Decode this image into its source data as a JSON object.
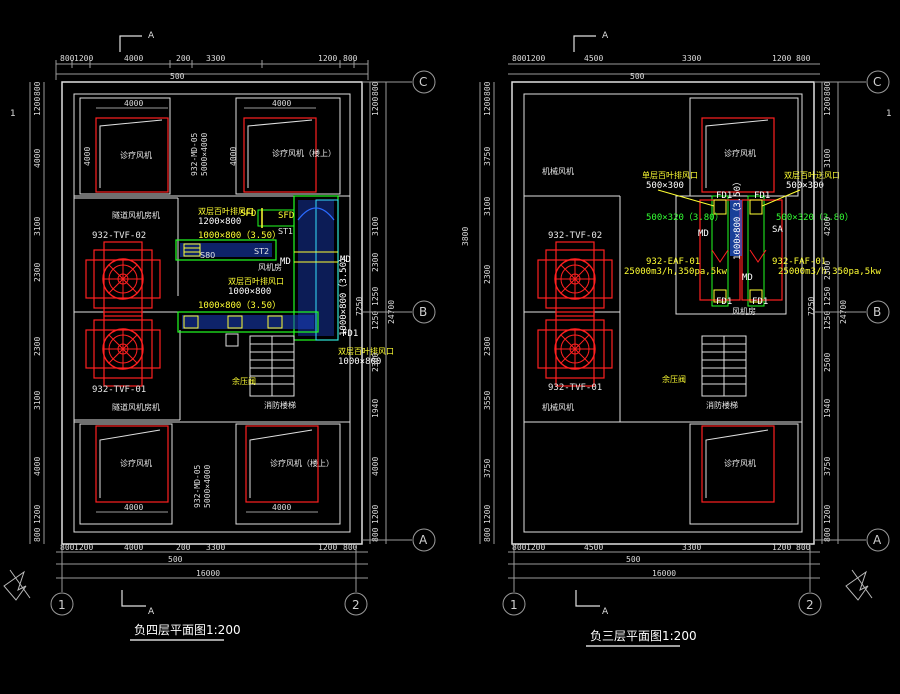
{
  "drawing": {
    "plans": [
      {
        "title": "负四层平面图1:200",
        "axes": {
          "top_section": "A",
          "bottom_section": "A",
          "rows": [
            "C",
            "B",
            "A"
          ],
          "cols": [
            "1",
            "2"
          ],
          "side_mark": "1"
        },
        "dims_top": [
          "800",
          "1200",
          "4000",
          "200",
          "3300",
          "1200",
          "800",
          "500"
        ],
        "dims_bottom": [
          "800",
          "1200",
          "4000",
          "200",
          "3300",
          "1200",
          "800",
          "500",
          "16000"
        ],
        "dims_right": [
          "800",
          "1200",
          "3100",
          "2300",
          "2300",
          "1250",
          "1250",
          "1940",
          "4000",
          "1200",
          "800",
          "24700",
          "7250"
        ],
        "dims_left": [
          "1200",
          "800",
          "4000",
          "3100",
          "2300",
          "2300",
          "3100",
          "4000",
          "1200",
          "800"
        ],
        "rooms": {
          "shaft_nw": "诊疗风机",
          "shaft_ne": "诊疗风机（楼上）",
          "shaft_sw": "诊疗风机",
          "shaft_se": "诊疗风机（楼上）",
          "fan_room_top": "隧道风机房机",
          "fan_room_bottom": "隧道风机房机",
          "center_room": "风机房",
          "stair_label": "消防楼梯",
          "exit_label": "余压阀",
          "st1": "ST1",
          "st2": "ST2",
          "s80": "S80"
        },
        "equipment": {
          "md_top_1": "932-MD-05",
          "md_top_2": "5000×4000",
          "md_bot_1": "932-MD-05",
          "md_bot_2": "5000×4000",
          "shaft_w": "4000",
          "shaft_h": "4000",
          "tvf_top": "932-TVF-02",
          "tvf_bottom": "932-TVF-01",
          "louver_top": "双层百叶排风口",
          "louver_top_size": "1200×800",
          "sfd": "SFD",
          "sfd2": "SFD",
          "duct_top": "1000×800（3.50）",
          "louver_mid": "双层百叶排风口",
          "louver_mid_size": "1000×800",
          "duct_mid": "1000×800（3.50）",
          "duct_vert": "1000×800（3.50）",
          "md_left": "MD",
          "md_right": "MD",
          "fd1": "FD1",
          "louver_bot": "双层百叶排风口",
          "louver_bot_size": "1000×800"
        }
      },
      {
        "title": "负三层平面图1:200",
        "axes": {
          "top_section": "A",
          "bottom_section": "A",
          "rows": [
            "C",
            "B",
            "A"
          ],
          "cols": [
            "1",
            "2"
          ],
          "side_mark": "1"
        },
        "dims_top": [
          "800",
          "1200",
          "4500",
          "3300",
          "1200",
          "800",
          "500"
        ],
        "dims_bottom": [
          "800",
          "1200",
          "4500",
          "3300",
          "1200",
          "800",
          "500",
          "16000"
        ],
        "dims_right": [
          "800",
          "1200",
          "3100",
          "4200",
          "2300",
          "1250",
          "1250",
          "2500",
          "1940",
          "3750",
          "1200",
          "800",
          "24700",
          "7250"
        ],
        "dims_left": [
          "1200",
          "800",
          "3750",
          "3100",
          "3800",
          "2300",
          "2300",
          "3550",
          "3750",
          "1200",
          "800"
        ],
        "rooms": {
          "shaft_ne": "诊疗风机",
          "shaft_se": "诊疗风机",
          "fan_room_top": "机械风机",
          "fan_room_bottom": "机械风机",
          "center_room": "风机房",
          "stair_label": "消防楼梯",
          "exit_label": "余压阀"
        },
        "equipment": {
          "tvf_top": "932-TVF-02",
          "tvf_bottom": "932-TVF-01",
          "louver_l": "单层百叶排风口",
          "louver_l_size": "500×300",
          "louver_r": "双层百叶送风口",
          "louver_r_size": "500×300",
          "fd1_tl": "FD1",
          "fd1_tr": "FD1",
          "fd1_bl": "FD1",
          "fd1_br": "FD1",
          "duct_l": "500×320（3.80）",
          "duct_r": "500×320（3.80）",
          "duct_vert": "1000×800（3.50）",
          "md_l": "MD",
          "md_r": "MD",
          "sa": "SA",
          "eaf": "932-EAF-01",
          "eaf_spec": "25000m3/h,350pa,5kw",
          "faf": "932-FAF-01",
          "faf_spec": "25000m3/h,350pa,5kw"
        }
      }
    ],
    "colors": {
      "background": "#000000",
      "walls": "#e0e0e0",
      "equipment": "#ff2020",
      "duct_annotation": "#ffff33",
      "duct": "#22ff22",
      "duct_fill": "#2a6bff"
    }
  }
}
